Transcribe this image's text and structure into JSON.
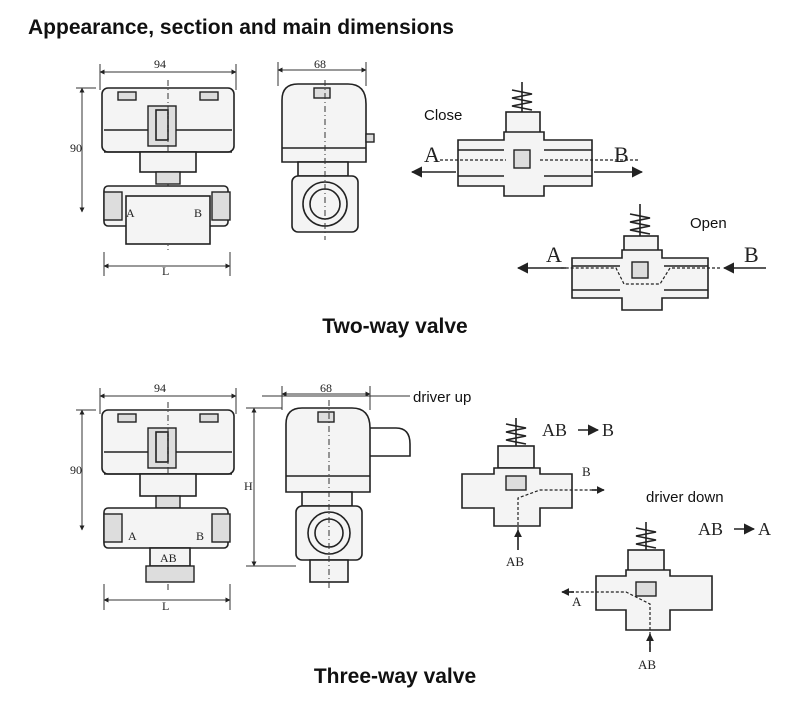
{
  "title": "Appearance, section and main dimensions",
  "two_way": {
    "caption": "Two-way valve",
    "front": {
      "width_dim": "94",
      "height_dim": "90",
      "length_dim": "L",
      "port_a": "A",
      "port_b": "B"
    },
    "side": {
      "width_dim": "68"
    },
    "close_section": {
      "label": "Close",
      "port_a": "A",
      "port_b": "B"
    },
    "open_section": {
      "label": "Open",
      "port_a": "A",
      "port_b": "B"
    }
  },
  "three_way": {
    "caption": "Three-way valve",
    "front": {
      "width_dim": "94",
      "height_dim": "90",
      "length_dim": "L",
      "port_a": "A",
      "port_b": "B",
      "port_ab": "AB"
    },
    "side": {
      "width_dim": "68",
      "height_dim": "H"
    },
    "driver_up": {
      "label": "driver up",
      "flow": "AB",
      "flow_to": "B",
      "port_b": "B",
      "port_ab": "AB"
    },
    "driver_down": {
      "label": "driver down",
      "flow": "AB",
      "flow_to": "A",
      "port_a": "A",
      "port_ab": "AB"
    }
  }
}
